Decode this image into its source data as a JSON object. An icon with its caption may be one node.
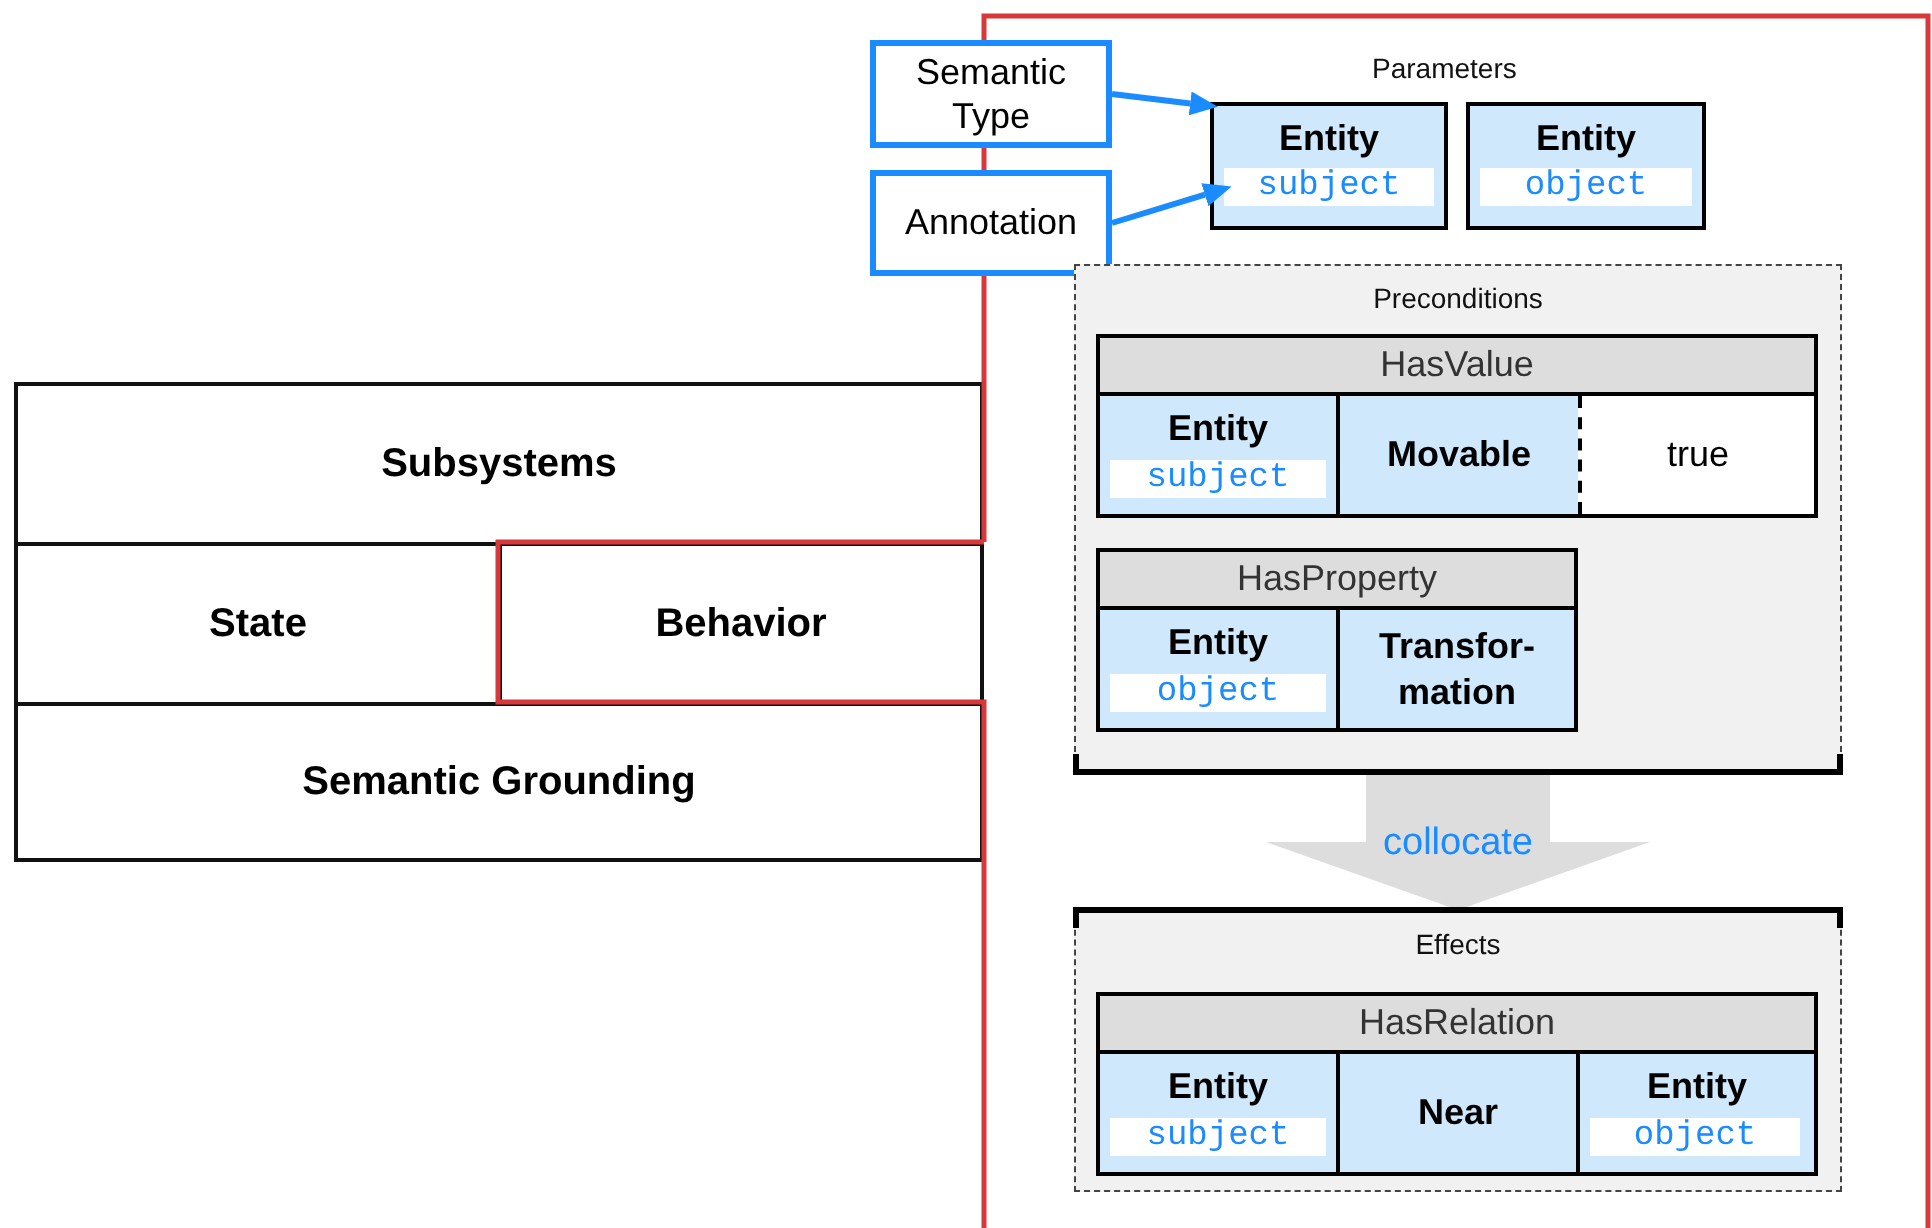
{
  "diagram": {
    "nodes": [
      {
        "text": [
          "Subsystems"
        ]
      },
      {
        "text": [
          "State"
        ]
      },
      {
        "text": [
          "Behavior"
        ]
      },
      {
        "text": [
          "Semantic Grounding"
        ]
      },
      {
        "text": [
          "Semantic Type"
        ]
      },
      {
        "text": [
          "Annotation"
        ]
      },
      {
        "text": [
          "Entity"
        ]
      },
      {
        "text": [
          "subject"
        ],
        "in": 6
      },
      {
        "text": [
          "Entity"
        ]
      },
      {
        "text": [
          "object"
        ],
        "in": 8
      },
      {
        "text": [
          "Preconditions"
        ]
      },
      {
        "text": [
          "HasValue"
        ],
        "in": 10
      },
      {
        "text": [
          "Entity"
        ],
        "in": 11
      },
      {
        "text": [
          "subject"
        ],
        "in": 12
      },
      {
        "text": [
          "Movable"
        ],
        "in": 11
      },
      {
        "text": [
          "true"
        ],
        "in": 11
      },
      {
        "text": [
          "HasProperty"
        ],
        "in": 10
      },
      {
        "text": [
          "Entity"
        ],
        "in": 16
      },
      {
        "text": [
          "object"
        ],
        "in": 17
      },
      {
        "text": [
          "Transfor- mation"
        ],
        "in": 16
      },
      {
        "text": [
          "Effects"
        ]
      },
      {
        "text": [
          "HasRelation"
        ],
        "in": 20
      },
      {
        "text": [
          "Entity"
        ],
        "in": 21
      },
      {
        "text": [
          "subject"
        ],
        "in": 22
      },
      {
        "text": [
          "Near"
        ],
        "in": 21
      },
      {
        "text": [
          "Entity"
        ],
        "in": 21
      },
      {
        "text": [
          "object"
        ],
        "in": 25
      }
    ],
    "edges": [
      {
        "from": 4,
        "to": 6,
        "arrow": "to",
        "color": "#1a8cff"
      },
      {
        "from": 5,
        "to": 7,
        "arrow": "to",
        "color": "#1a8cff"
      },
      {
        "from": 10,
        "to": 20,
        "arrow": "to",
        "label": "collocate",
        "style": "thick",
        "color": "#dddddd"
      }
    ],
    "labels": [
      "Parameters"
    ]
  }
}
